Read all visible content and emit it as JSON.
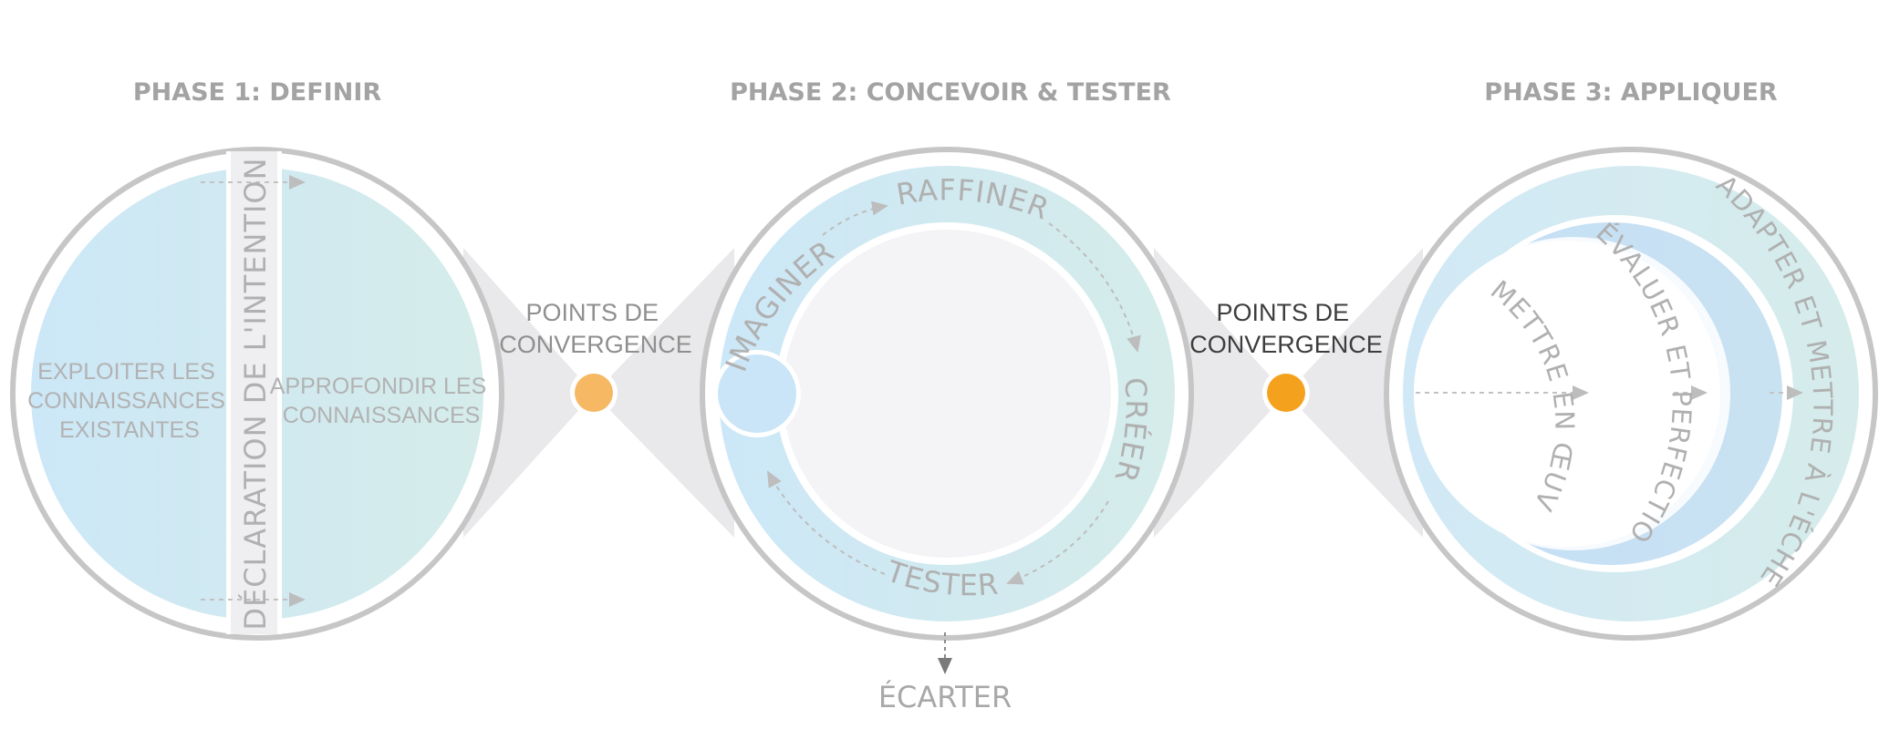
{
  "phases": [
    {
      "title": "PHASE 1: DEFINIR"
    },
    {
      "title": "PHASE 2: CONCEVOIR & TESTER"
    },
    {
      "title": "PHASE 3: APPLIQUER"
    }
  ],
  "phase1": {
    "left_label": [
      "EXPLOITER LES",
      "CONNAISSANCES",
      "EXISTANTES"
    ],
    "right_label": [
      "APPROFONDIR LES",
      "CONNAISSANCES"
    ],
    "divider_label": "DÉCLARATION DE L'INTENTION"
  },
  "phase2": {
    "cycle": [
      "IMAGINER",
      "RAFFINER",
      "CRÉER",
      "TESTER"
    ],
    "exit_label": "ÉCARTER"
  },
  "phase3": {
    "rings": [
      "METTRE EN ŒUVRE ET SUIVRE",
      "ÉVALUER ET PERFECTIONNER",
      "ADAPTER ET METTRE À L'ÉCHELLE"
    ]
  },
  "convergence": [
    {
      "line1": "POINTS DE",
      "line2": "CONVERGENCE",
      "text_color": "#8f8f8f",
      "dot_color": "#f6b862"
    },
    {
      "line1": "POINTS DE",
      "line2": "CONVERGENCE",
      "text_color": "#3d3d3d",
      "dot_color": "#f4a21e"
    }
  ],
  "colors": {
    "ring_gray": "#c6c6c6",
    "blue_light": "#cde8f6",
    "teal_light": "#d4ecec",
    "blue_mid": "#c4def4",
    "inner_white": "#f4f4f6"
  }
}
